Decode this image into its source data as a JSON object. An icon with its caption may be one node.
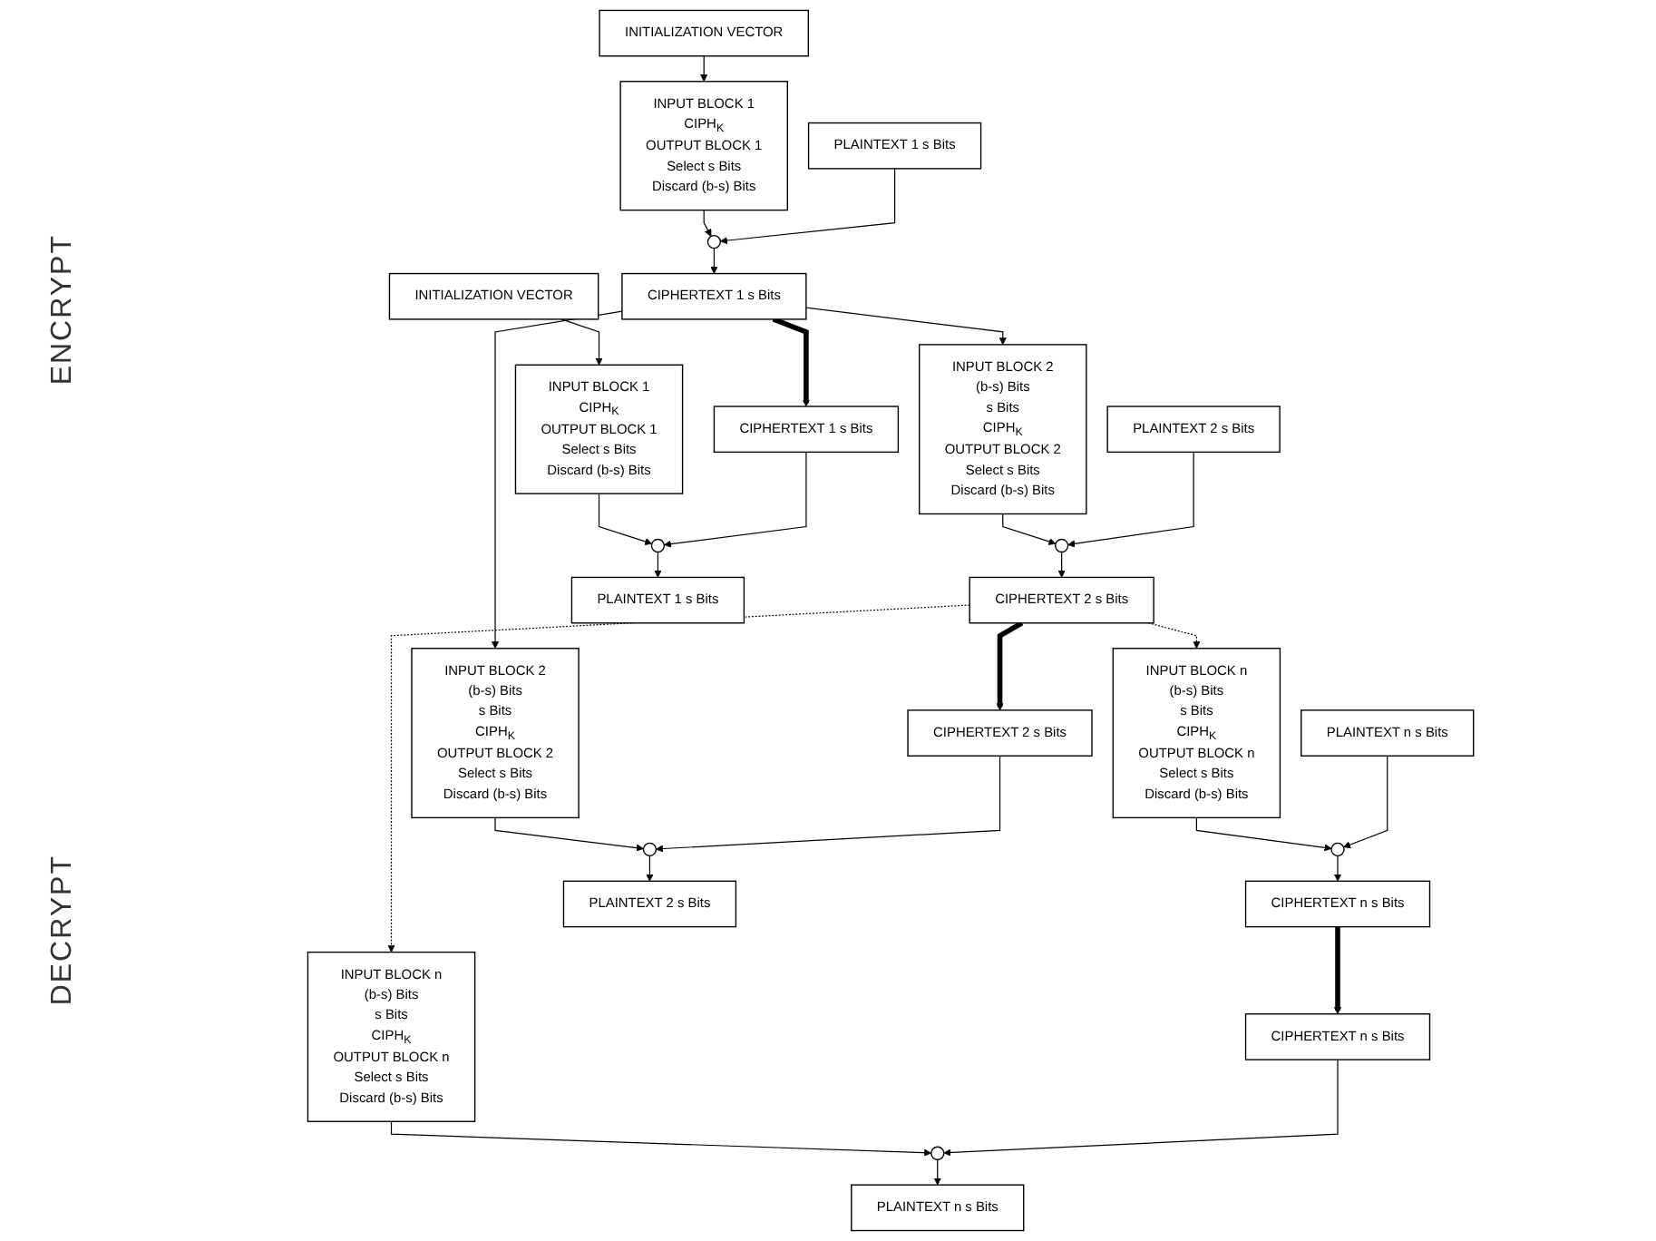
{
  "diagram": {
    "nodes": [
      {
        "text": [
          "INITIALIZATION VECTOR"
        ]
      },
      {
        "text": [
          "INPUT BLOCK 1",
          "CIPH$_{K}$",
          "OUTPUT BLOCK 1",
          "Select s Bits",
          "Discard (b-s) Bits"
        ]
      },
      {
        "text": [
          "INPUT BLOCK 2",
          "(b-s) Bits",
          "s Bits",
          "CIPH$_{K}$",
          "OUTPUT BLOCK 2",
          "Select s Bits",
          "Discard (b-s) Bits"
        ]
      },
      {
        "text": [
          "INPUT BLOCK n",
          "(b-s) Bits",
          "s Bits",
          "CIPH$_{K}$",
          "OUTPUT BLOCK n",
          "Select s Bits",
          "Discard (b-s) Bits"
        ]
      },
      {
        "text": [
          "PLAINTEXT 1 s Bits"
        ]
      },
      {
        "text": [],
        "shape": "circle"
      },
      {
        "text": [
          "PLAINTEXT 2 s Bits"
        ]
      },
      {
        "text": [],
        "shape": "circle"
      },
      {
        "text": [
          "PLAINTEXT n s Bits"
        ]
      },
      {
        "text": [],
        "shape": "circle"
      },
      {
        "text": [
          "CIPHERTEXT 1 s Bits"
        ]
      },
      {
        "text": [
          "CIPHERTEXT 2 s Bits"
        ]
      },
      {
        "text": [
          "CIPHERTEXT n s Bits"
        ]
      },
      {
        "text": [
          "INITIALIZATION VECTOR"
        ]
      },
      {
        "text": [
          "INPUT BLOCK 1",
          "CIPH$_{K}$",
          "OUTPUT BLOCK 1",
          "Select s Bits",
          "Discard (b-s) Bits"
        ]
      },
      {
        "text": [
          "INPUT BLOCK 2",
          "(b-s) Bits",
          "s Bits",
          "CIPH$_{K}$",
          "OUTPUT BLOCK 2",
          "Select s Bits",
          "Discard (b-s) Bits"
        ]
      },
      {
        "text": [
          "INPUT BLOCK n",
          "(b-s) Bits",
          "s Bits",
          "CIPH$_{K}$",
          "OUTPUT BLOCK n",
          "Select s Bits",
          "Discard (b-s) Bits"
        ]
      },
      {
        "text": [
          "CIPHERTEXT 1 s Bits"
        ]
      },
      {
        "text": [],
        "shape": "circle"
      },
      {
        "text": [
          "CIPHERTEXT 2 s Bits"
        ]
      },
      {
        "text": [],
        "shape": "circle"
      },
      {
        "text": [
          "CIPHERTEXT n s Bits"
        ]
      },
      {
        "text": [],
        "shape": "circle"
      },
      {
        "text": [
          "PLAINTEXT 1 s Bits"
        ]
      },
      {
        "text": [
          "PLAINTEXT 2 s Bits"
        ]
      },
      {
        "text": [
          "PLAINTEXT n s Bits"
        ]
      }
    ],
    "edges": [
      {
        "from": 0,
        "to": 1,
        "arrow": "to"
      },
      {
        "from": 1,
        "to": 5,
        "arrow": "to"
      },
      {
        "from": 4,
        "to": 5,
        "arrow": "to"
      },
      {
        "from": 5,
        "to": 10,
        "arrow": "to"
      },
      {
        "from": 10,
        "to": 2,
        "arrow": "to"
      },
      {
        "from": 2,
        "to": 7,
        "arrow": "to"
      },
      {
        "from": 6,
        "to": 7,
        "arrow": "to"
      },
      {
        "from": 7,
        "to": 11,
        "arrow": "to"
      },
      {
        "from": 11,
        "to": 3,
        "arrow": "to",
        "style": "dashed"
      },
      {
        "from": 3,
        "to": 9,
        "arrow": "to"
      },
      {
        "from": 8,
        "to": 9,
        "arrow": "to"
      },
      {
        "from": 9,
        "to": 12,
        "arrow": "to"
      },
      {
        "from": 10,
        "to": 17,
        "arrow": "to",
        "style": "thick"
      },
      {
        "from": 10,
        "to": 15,
        "arrow": "to"
      },
      {
        "from": 11,
        "to": 19,
        "arrow": "to",
        "style": "thick"
      },
      {
        "from": 11,
        "to": 16,
        "arrow": "to",
        "style": "dashed"
      },
      {
        "from": 12,
        "to": 21,
        "arrow": "to",
        "style": "thick"
      },
      {
        "from": 13,
        "to": 14,
        "arrow": "to"
      },
      {
        "from": 14,
        "to": 18,
        "arrow": "to"
      },
      {
        "from": 17,
        "to": 18,
        "arrow": "to"
      },
      {
        "from": 18,
        "to": 23,
        "arrow": "to"
      },
      {
        "from": 15,
        "to": 20,
        "arrow": "to"
      },
      {
        "from": 19,
        "to": 20,
        "arrow": "to"
      },
      {
        "from": 20,
        "to": 24,
        "arrow": "to"
      },
      {
        "from": 16,
        "to": 22,
        "arrow": "to"
      },
      {
        "from": 21,
        "to": 22,
        "arrow": "to"
      },
      {
        "from": 22,
        "to": 25,
        "arrow": "to"
      }
    ],
    "labels": [
      "ENCRYPT",
      "DECRYPT"
    ]
  }
}
